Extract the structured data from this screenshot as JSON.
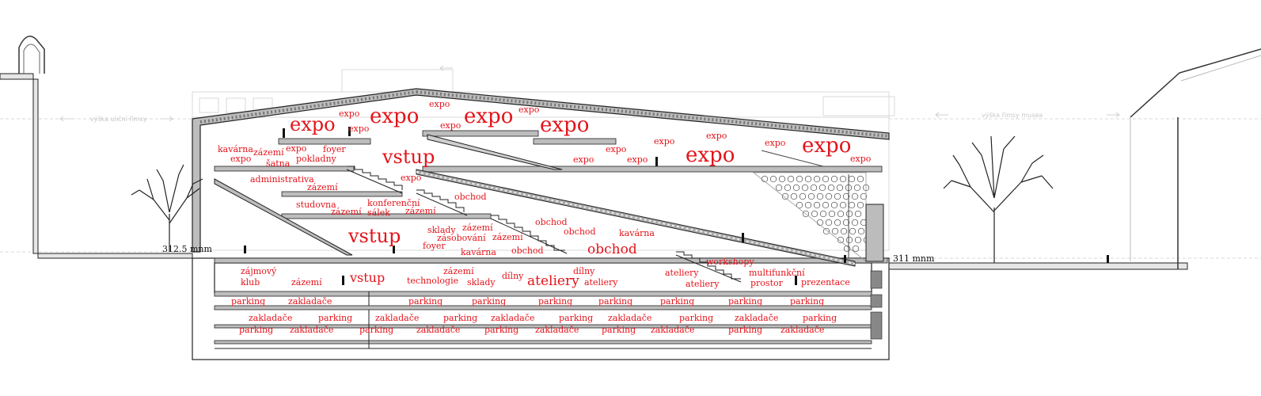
{
  "elevations": {
    "left": "312.5 mnm",
    "right": "311 mnm"
  },
  "ghost_labels": {
    "street_cornice_height": "výška uliční římsy",
    "museum_cornice_height": "výška římsy musea"
  },
  "labels": {
    "upper": {
      "expo_a": "expo",
      "expo_b": "expo",
      "expo_c": "expo",
      "expo_d": "expo",
      "expo_e": "expo",
      "expo_f": "expo",
      "expo_g": "expo",
      "expo_h": "expo",
      "expo_i": "expo",
      "expo_j": "expo",
      "expo_k": "expo",
      "expo_l": "expo",
      "expo_m": "expo",
      "expo_n": "expo",
      "expo_o": "expo",
      "expo_p": "expo",
      "expo_q": "expo",
      "expo_r": "expo",
      "expo_s": "expo",
      "kavarna": "kavárna",
      "zazemi": "zázemí",
      "foyer": "foyer",
      "pokladny": "pokladny",
      "satna": "šatna",
      "vstup": "vstup"
    },
    "middle": {
      "administrativa": "administrativa",
      "zazemi_a": "zázemí",
      "studovna": "studovna",
      "zazemi_b": "zázemí",
      "konferencni": "konferenční",
      "salek": "sálek",
      "zazemi_c": "zázemí",
      "obchod_a": "obchod",
      "obchod_b": "obchod",
      "obchod_c": "obchod",
      "kavarna": "kavárna",
      "vstup": "vstup",
      "sklady": "sklady",
      "zazemi_d": "zázemí",
      "zasobovani": "zásobování",
      "zazemi_e": "zázemí",
      "foyer": "foyer",
      "kavarna_b": "kavárna",
      "obchod_d": "obchod",
      "obchod_e": "obchod",
      "workshopy": "workshopy"
    },
    "ground": {
      "zajmovy": "zájmový",
      "klub": "klub",
      "zazemi_a": "zázemí",
      "vstup": "vstup",
      "technologie": "technologie",
      "zazemi_b": "zázemí",
      "sklady": "sklady",
      "dilny_a": "dílny",
      "ateliery_a": "ateliery",
      "dilny_b": "dílny",
      "ateliery_b": "ateliery",
      "ateliery_c": "ateliery",
      "ateliery_d": "ateliery",
      "multifunkcni": "multifunkční",
      "prostor": "prostor",
      "prezentace": "prezentace"
    },
    "parking": {
      "row1": [
        "parking",
        "zakladače",
        "parking",
        "parking",
        "parking",
        "parking",
        "parking",
        "parking",
        "parking"
      ],
      "row2": [
        "zakladače",
        "parking",
        "zakladače",
        "parking",
        "zakladače",
        "parking",
        "zakladače",
        "parking",
        "zakladače",
        "parking"
      ],
      "row3": [
        "parking",
        "zakladače",
        "parking",
        "zakladače",
        "parking",
        "zakladače",
        "parking",
        "zakladače",
        "parking",
        "zakladače"
      ]
    }
  },
  "colors": {
    "label": "#e3141b",
    "line": "#222222",
    "ghost": "#c8c8c8",
    "slab": "#bdbdbd",
    "ground": "#d4d4d4"
  }
}
